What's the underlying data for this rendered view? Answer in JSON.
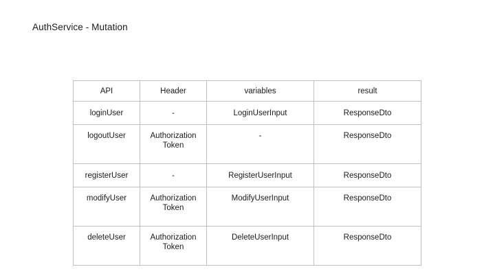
{
  "slide": {
    "title": "AuthService - Mutation",
    "background_color": "#FFFFFF",
    "text_color": "#1A1A1A",
    "border_color": "#BFBFBF"
  },
  "table": {
    "columns": [
      "API",
      "Header",
      "variables",
      "result"
    ],
    "rows": [
      {
        "api": "loginUser",
        "header": "-",
        "variables": "LoginUserInput",
        "result": "ResponseDto",
        "tall": false
      },
      {
        "api": "logoutUser",
        "header": "Authorization\nToken",
        "variables": "-",
        "result": "ResponseDto",
        "tall": true
      },
      {
        "api": "registerUser",
        "header": "-",
        "variables": "RegisterUserInput",
        "result": "ResponseDto",
        "tall": false
      },
      {
        "api": "modifyUser",
        "header": "Authorization\nToken",
        "variables": "ModifyUserInput",
        "result": "ResponseDto",
        "tall": true
      },
      {
        "api": "deleteUser",
        "header": "Authorization\nToken",
        "variables": "DeleteUserInput",
        "result": "ResponseDto",
        "tall": true
      }
    ]
  }
}
